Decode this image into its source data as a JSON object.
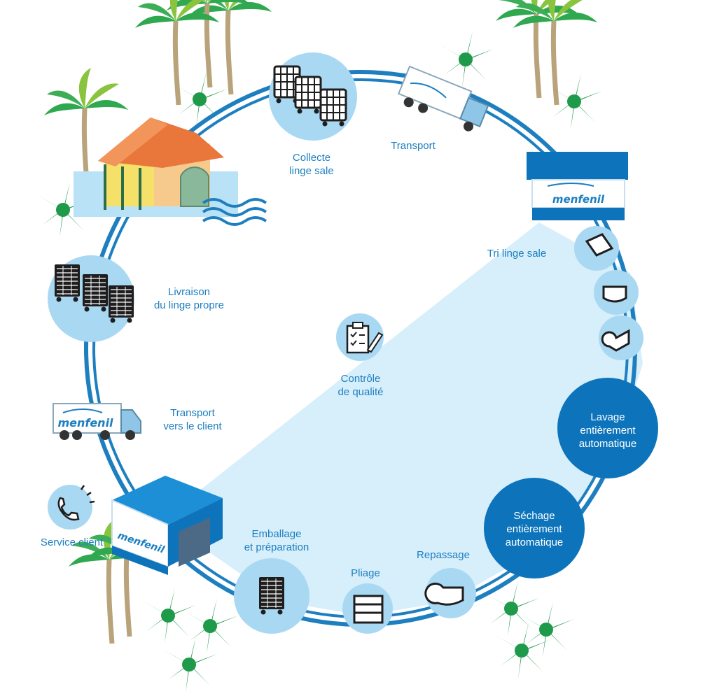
{
  "brand": {
    "name": "menfenil"
  },
  "colors": {
    "ring": "#1d7fc0",
    "node": "#a9d8f3",
    "accent_node": "#0d74bb",
    "zone": "#d7eefb",
    "label": "#1d7fc0",
    "palm": "#2fa84f"
  },
  "steps": {
    "collecte": {
      "line1": "Collecte",
      "line2": "linge sale",
      "icon": "laundry-carts-icon"
    },
    "transport": {
      "line1": "Transport",
      "icon": "truck-icon"
    },
    "tri": {
      "line1": "Tri linge sale",
      "icon": "sheet-icon"
    },
    "lavage": {
      "line1": "Lavage",
      "line2": "entièrement",
      "line3": "automatique"
    },
    "sechage": {
      "line1": "Séchage",
      "line2": "entièrement",
      "line3": "automatique"
    },
    "repassage": {
      "line1": "Repassage",
      "icon": "ironed-linen-icon"
    },
    "pliage": {
      "line1": "Pliage",
      "icon": "folding-machine-icon"
    },
    "emballage": {
      "line1": "Emballage",
      "line2": "et préparation",
      "icon": "packed-cart-icon"
    },
    "service_client": {
      "line1": "Service client",
      "icon": "phone-icon"
    },
    "transport_client": {
      "line1": "Transport",
      "line2": "vers le client",
      "icon": "delivery-truck-icon"
    },
    "livraison": {
      "line1": "Livraison",
      "line2": "du linge propre",
      "icon": "clean-carts-icon"
    },
    "controle": {
      "line1": "Contrôle",
      "line2": "de qualité",
      "icon": "clipboard-icon"
    }
  }
}
